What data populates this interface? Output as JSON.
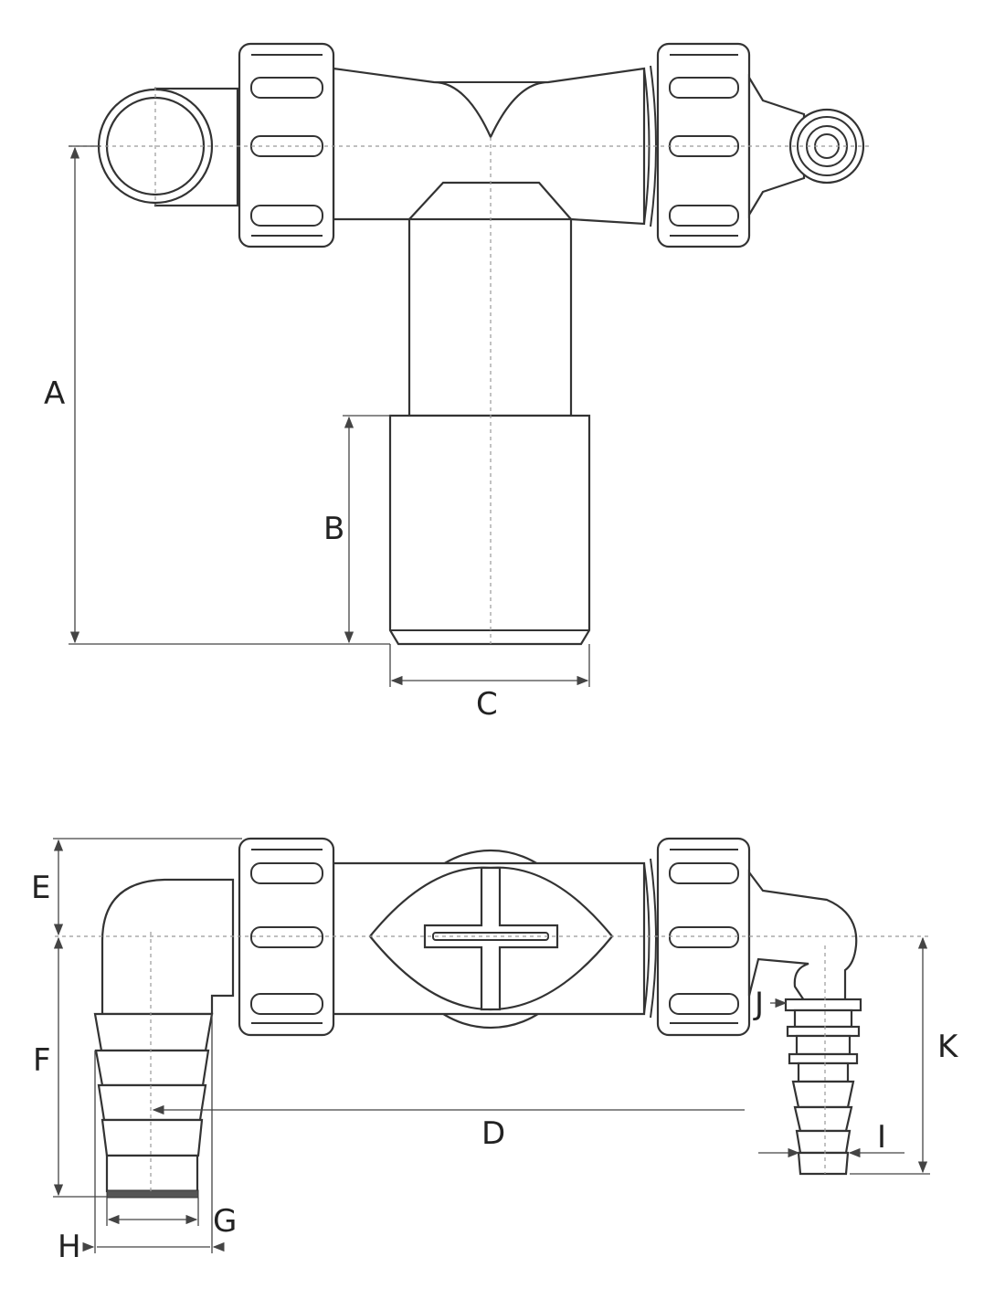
{
  "title": "Siphon connector technical drawing",
  "dimensions": {
    "A": "A",
    "B": "B",
    "C": "C",
    "D": "D",
    "E": "E",
    "F": "F",
    "G": "G",
    "H": "H",
    "I": "I",
    "J": "J",
    "K": "K"
  },
  "colors": {
    "line": "#333333",
    "centerline": "#999999",
    "background": "#ffffff"
  }
}
